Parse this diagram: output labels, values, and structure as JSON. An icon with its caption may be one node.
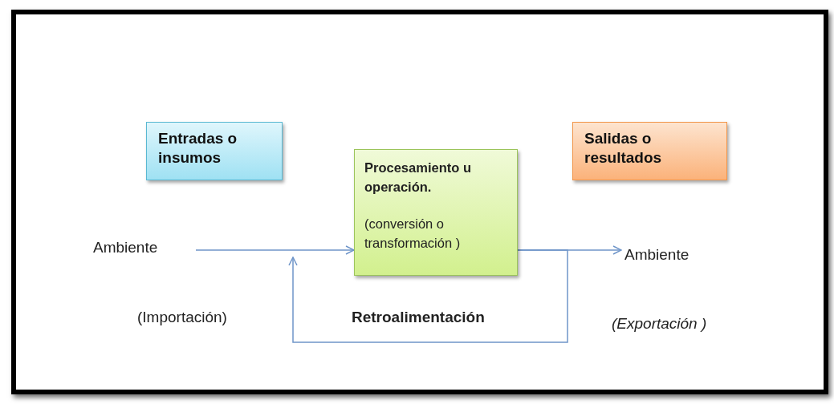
{
  "diagram": {
    "nodes": [
      {
        "text": [
          "Entradas o insumos"
        ]
      },
      {
        "text": [
          "Procesamiento u operación.",
          "(conversión o transformación )"
        ]
      },
      {
        "text": [
          "Salidas o resultados"
        ]
      },
      {
        "text": [
          "Ambiente"
        ]
      },
      {
        "text": [
          "Ambiente"
        ]
      }
    ],
    "edges": [
      {
        "from": 3,
        "to": 1,
        "arrow": "to"
      },
      {
        "from": 1,
        "to": 4,
        "arrow": "to"
      },
      {
        "from": 1,
        "to": 1,
        "arrow": "to"
      }
    ],
    "labels": [
      "(Importación)",
      "Retroalimentación",
      "(Exportación )"
    ]
  }
}
